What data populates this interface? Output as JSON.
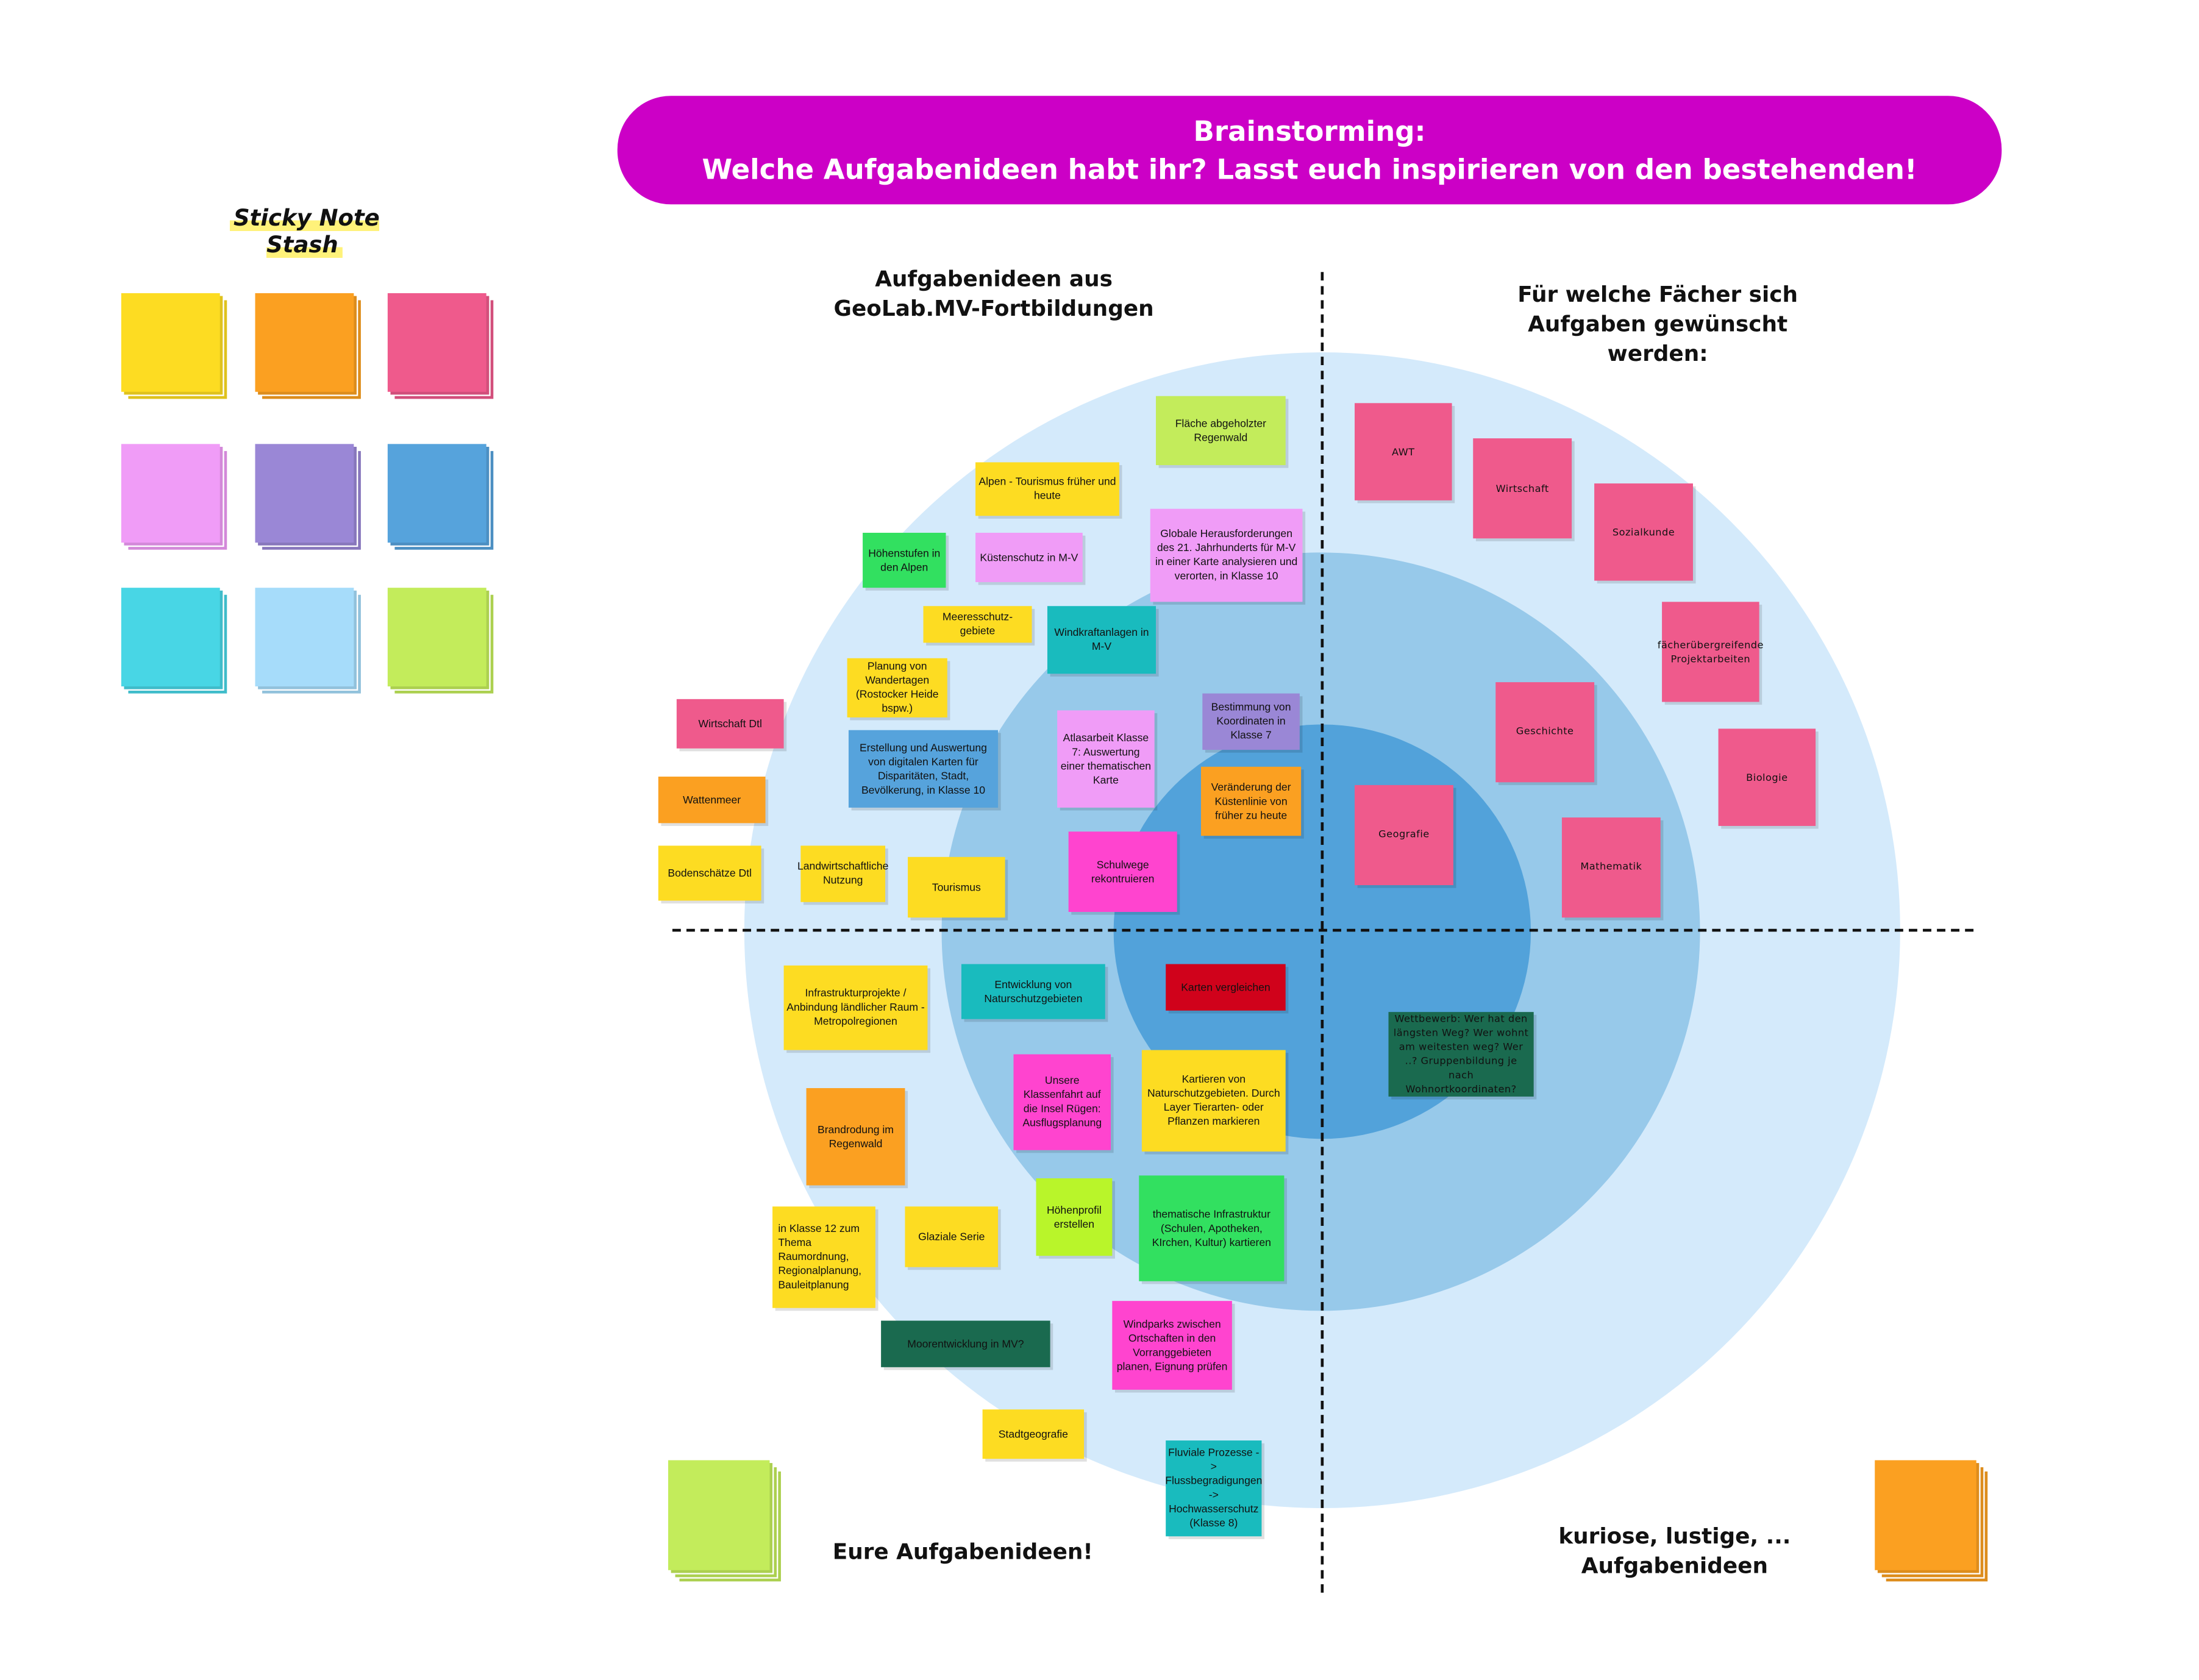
{
  "banner": {
    "line1": "Brainstorming:",
    "line2": "Welche Aufgabenideen habt ihr? Lasst euch inspirieren von den bestehenden!",
    "color": "#cc00c6"
  },
  "stash": {
    "title": "Sticky Note Stash",
    "colors": [
      "#fddc22",
      "#fba021",
      "#ef5a8c",
      "#f09cf7",
      "#9a87d6",
      "#56a3dc",
      "#48d6e5",
      "#a6dcfa",
      "#c3ec5b"
    ]
  },
  "headings": {
    "top_left_1": "Aufgabenideen aus",
    "top_left_2": "GeoLab.MV-Fortbildungen",
    "top_right_1": "Für welche Fächer sich",
    "top_right_2": "Aufgaben gewünscht",
    "top_right_3": "werden:",
    "bottom_left": "Eure Aufgabenideen!",
    "bottom_right_1": "kuriose, lustige, ...",
    "bottom_right_2": "Aufgabenideen"
  },
  "rings": {
    "outer": "#d4eafb",
    "middle": "#97c9ea",
    "inner": "#52a2da"
  },
  "ideas": [
    {
      "text": "Fläche abgeholzter Regenwald",
      "color": "#c3ec5b"
    },
    {
      "text": "Alpen - Tourismus früher und heute",
      "color": "#fddc22"
    },
    {
      "text": "Höhenstufen in den Alpen",
      "color": "#32e060"
    },
    {
      "text": "Küstenschutz in M-V",
      "color": "#f09cf7"
    },
    {
      "text": "Globale Herausforderungen des 21. Jahrhunderts für M-V in einer Karte analysieren und verorten, in Klasse 10",
      "color": "#f09cf7"
    },
    {
      "text": "Meeresschutz-gebiete",
      "color": "#fddc22"
    },
    {
      "text": "Windkraftanlagen in M-V",
      "color": "#19bbbe"
    },
    {
      "text": "Planung von Wandertagen (Rostocker Heide bspw.)",
      "color": "#fddc22"
    },
    {
      "text": "Wirtschaft Dtl",
      "color": "#ef5a8c"
    },
    {
      "text": "Erstellung und Auswertung von digitalen Karten für Disparitäten, Stadt, Bevölkerung, in Klasse 10",
      "color": "#56a3dc"
    },
    {
      "text": "Atlasarbeit Klasse 7: Auswertung einer thematischen Karte",
      "color": "#f09cf7"
    },
    {
      "text": "Bestimmung von Koordinaten in Klasse 7",
      "color": "#9a87d6"
    },
    {
      "text": "Wattenmeer",
      "color": "#fba021"
    },
    {
      "text": "Veränderung der Küstenlinie von früher zu heute",
      "color": "#fba021"
    },
    {
      "text": "Bodenschätze Dtl",
      "color": "#fddc22"
    },
    {
      "text": "Landwirtschaftliche Nutzung",
      "color": "#fddc22"
    },
    {
      "text": "Tourismus",
      "color": "#fddc22"
    },
    {
      "text": "Schulwege rekontruieren",
      "color": "#ff44cf"
    },
    {
      "text": "Infrastrukturprojekte / Anbindung ländlicher Raum - Metropolregionen",
      "color": "#fddc22"
    },
    {
      "text": "Entwicklung von Naturschutzgebieten",
      "color": "#19bbbe"
    },
    {
      "text": "Karten vergleichen",
      "color": "#d0021b"
    },
    {
      "text": "Unsere Klassenfahrt auf die Insel Rügen: Ausflugsplanung",
      "color": "#ff44cf"
    },
    {
      "text": "Kartieren von Naturschutzgebieten. Durch Layer Tierarten- oder Pflanzen markieren",
      "color": "#fddc22"
    },
    {
      "text": "Brandrodung im Regenwald",
      "color": "#fba021"
    },
    {
      "text": "Höhenprofil erstellen",
      "color": "#b9f52a"
    },
    {
      "text": "thematische Infrastruktur (Schulen,  Apotheken, KIrchen, Kultur) kartieren",
      "color": "#32e060"
    },
    {
      "text": "in Klasse 12 zum Thema Raumordnung, Regionalplanung, Bauleitplanung",
      "color": "#fddc22"
    },
    {
      "text": "Glaziale Serie",
      "color": "#fddc22"
    },
    {
      "text": "Moorentwicklung in MV?",
      "color": "#1a6a4f"
    },
    {
      "text": "Windparks zwischen Ortschaften in den Vorranggebieten planen, Eignung prüfen",
      "color": "#ff44cf"
    },
    {
      "text": "Stadtgeografie",
      "color": "#fddc22"
    },
    {
      "text": "Fluviale Prozesse -> Flussbegradigungen -> Hochwasserschutz (Klasse 8)",
      "color": "#19bbbe"
    }
  ],
  "subjects": [
    {
      "text": "AWT",
      "color": "#ef5a8c"
    },
    {
      "text": "Wirtschaft",
      "color": "#ef5a8c"
    },
    {
      "text": "Sozialkunde",
      "color": "#ef5a8c"
    },
    {
      "text": "fächerübergreifende Projektarbeiten",
      "color": "#ef5a8c"
    },
    {
      "text": "Geschichte",
      "color": "#ef5a8c"
    },
    {
      "text": "Biologie",
      "color": "#ef5a8c"
    },
    {
      "text": "Geografie",
      "color": "#ef5a8c"
    },
    {
      "text": "Mathematik",
      "color": "#ef5a8c"
    },
    {
      "text": "Wettbewerb: Wer hat den längsten Weg? Wer wohnt am weitesten weg? Wer ..? Gruppenbildung je nach Wohnortkoordinaten?",
      "color": "#1a6a4f"
    }
  ],
  "bottom_stacks": {
    "left_color": "#c3ec5b",
    "right_color": "#fba021"
  }
}
